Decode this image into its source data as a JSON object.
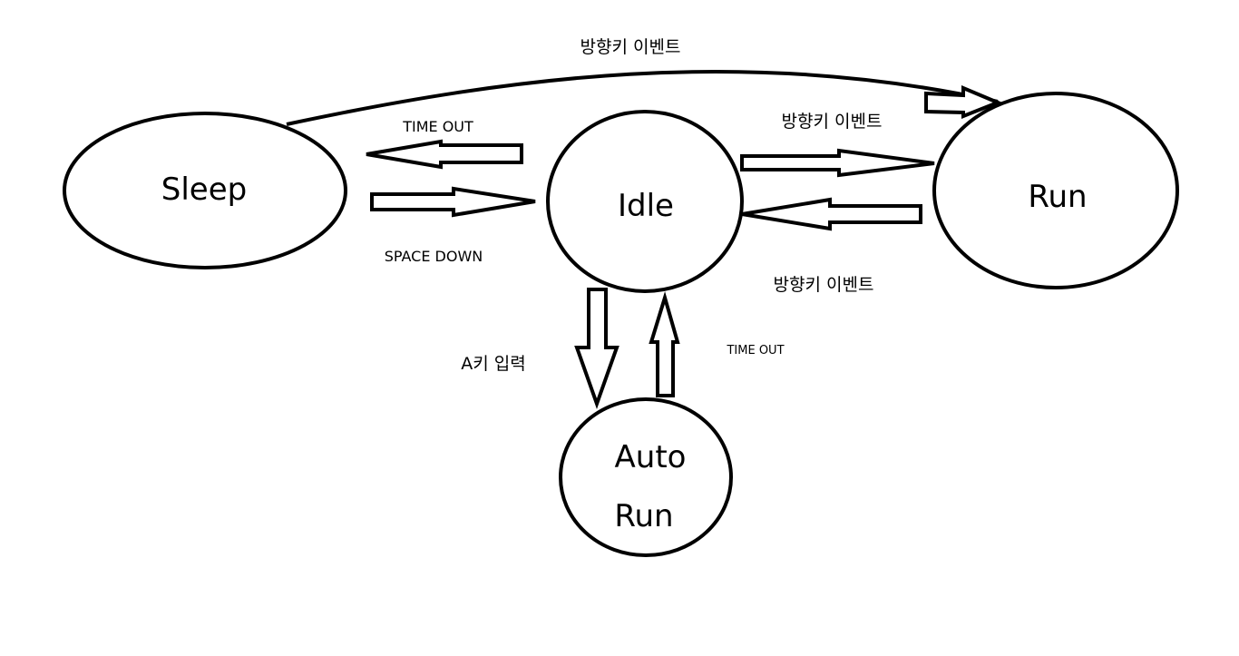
{
  "states": {
    "sleep": "Sleep",
    "idle": "Idle",
    "run": "Run",
    "auto_run_line1": "Auto",
    "auto_run_line2": "Run"
  },
  "transitions": {
    "sleep_to_run": "방향키 이벤트",
    "idle_to_sleep": "TIME OUT",
    "sleep_to_idle": "SPACE DOWN",
    "idle_to_run": "방향키 이벤트",
    "run_to_idle": "방향키 이벤트",
    "idle_to_auto_run": "A키 입력",
    "auto_run_to_idle": "TIME OUT"
  }
}
